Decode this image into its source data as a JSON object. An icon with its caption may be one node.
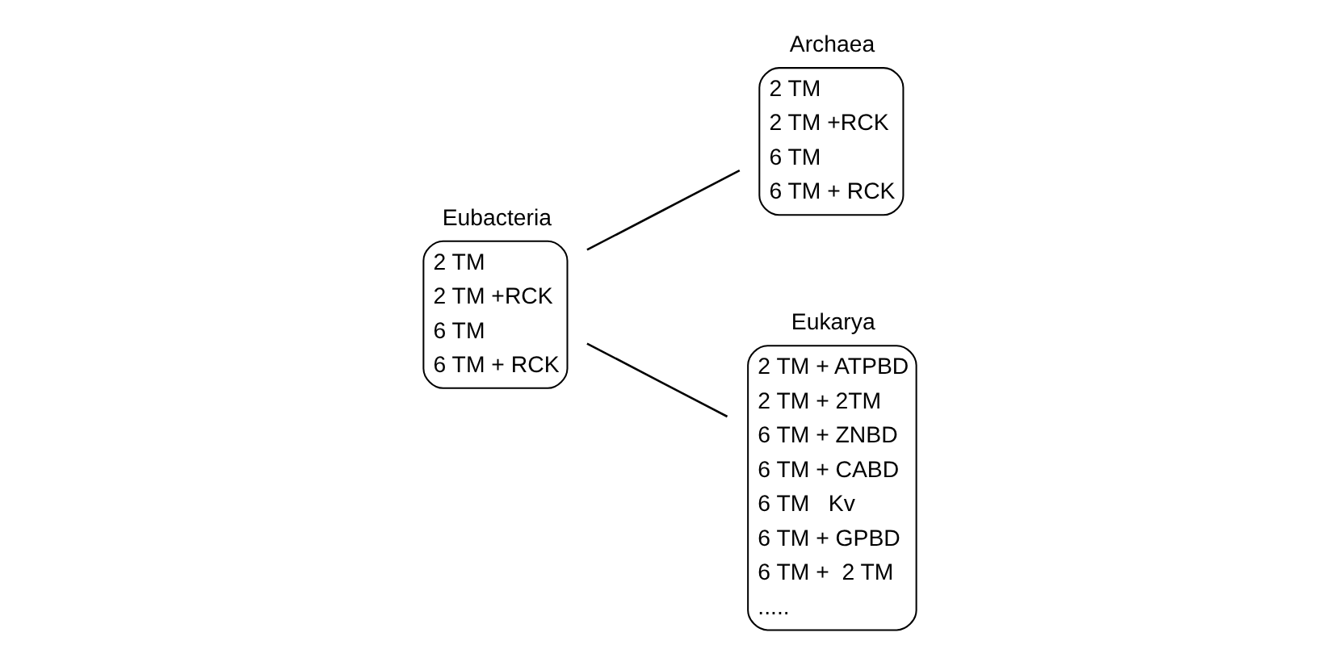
{
  "diagram": {
    "nodes": [
      {
        "text": [
          "Eubacteria",
          "2 TM",
          "2 TM +RCK",
          "6 TM",
          "6 TM + RCK"
        ]
      },
      {
        "text": [
          "Archaea",
          "2 TM",
          "2 TM +RCK",
          "6 TM",
          "6 TM + RCK"
        ]
      },
      {
        "text": [
          "Eukarya",
          "2 TM + ATPBD",
          "2 TM + 2TM",
          "6 TM + ZNBD",
          "6 TM + CABD",
          "6 TM   Kv",
          "6 TM + GPBD",
          "6 TM +  2 TM",
          "....."
        ]
      }
    ],
    "edges": [
      {
        "from": 0,
        "to": 1,
        "arrow": "none"
      },
      {
        "from": 0,
        "to": 2,
        "arrow": "none"
      }
    ]
  }
}
